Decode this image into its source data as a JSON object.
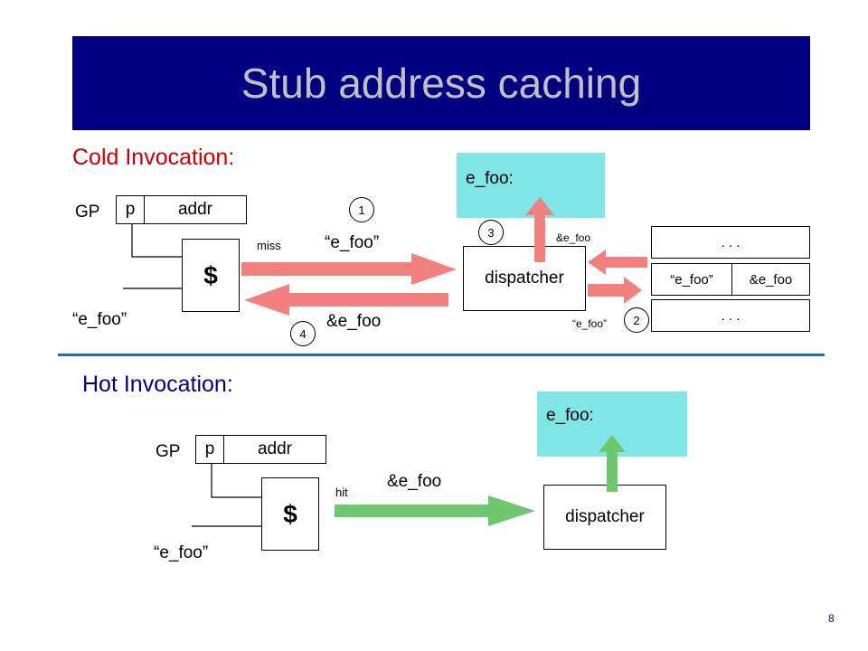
{
  "title": "Stub address caching",
  "cold": {
    "label": "Cold Invocation:",
    "gp": "GP",
    "p": "p",
    "addr": "addr",
    "cache": "$",
    "input": "“e_foo”",
    "miss": "miss",
    "request": "“e_foo”",
    "reply": "&e_foo",
    "target": "e_foo:",
    "dispatcher": "dispatcher",
    "lookup_key": "“e_foo”",
    "lookup_result": "&e_foo",
    "table": {
      "row1": ". . .",
      "key": "“e_foo”",
      "value": "&e_foo",
      "row3": ". . ."
    },
    "steps": [
      "1",
      "2",
      "3",
      "4"
    ]
  },
  "hot": {
    "label": "Hot Invocation:",
    "gp": "GP",
    "p": "p",
    "addr": "addr",
    "cache": "$",
    "input": "“e_foo”",
    "hit": "hit",
    "address": "&e_foo",
    "target": "e_foo:",
    "dispatcher": "dispatcher"
  },
  "page_number": "8",
  "colors": {
    "title_bg": "#000080",
    "title_text": "#c0c0c0",
    "cold_label": "#cc0000",
    "hot_label": "#000080",
    "divider": "#1f6fb2",
    "red_arrow": "#f47f7f",
    "green_arrow": "#6ec96e",
    "cyan_box": "#80e5e5"
  }
}
